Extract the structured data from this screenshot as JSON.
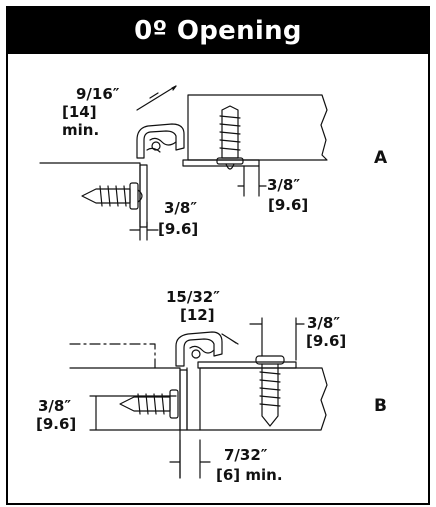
{
  "title": "0º Opening",
  "colors": {
    "title_background": "#000000",
    "title_text": "#ffffff",
    "line": "#111111",
    "hatch": "#555555"
  },
  "view_a": {
    "tag": "A",
    "top_dimension": {
      "fraction": "9/16″",
      "metric": "[14]",
      "note": "min."
    },
    "right_dimension": {
      "fraction": "3/8″",
      "metric": "[9.6]"
    },
    "bottom_dimension": {
      "fraction": "3/8″",
      "metric": "[9.6]"
    }
  },
  "view_b": {
    "tag": "B",
    "top_dimension": {
      "fraction": "15/32″",
      "metric": "[12]"
    },
    "right_dimension": {
      "fraction": "3/8″",
      "metric": "[9.6]"
    },
    "left_dimension": {
      "fraction": "3/8″",
      "metric": "[9.6]"
    },
    "bottom_dimension": {
      "fraction": "7/32″",
      "metric": "[6] min."
    }
  }
}
